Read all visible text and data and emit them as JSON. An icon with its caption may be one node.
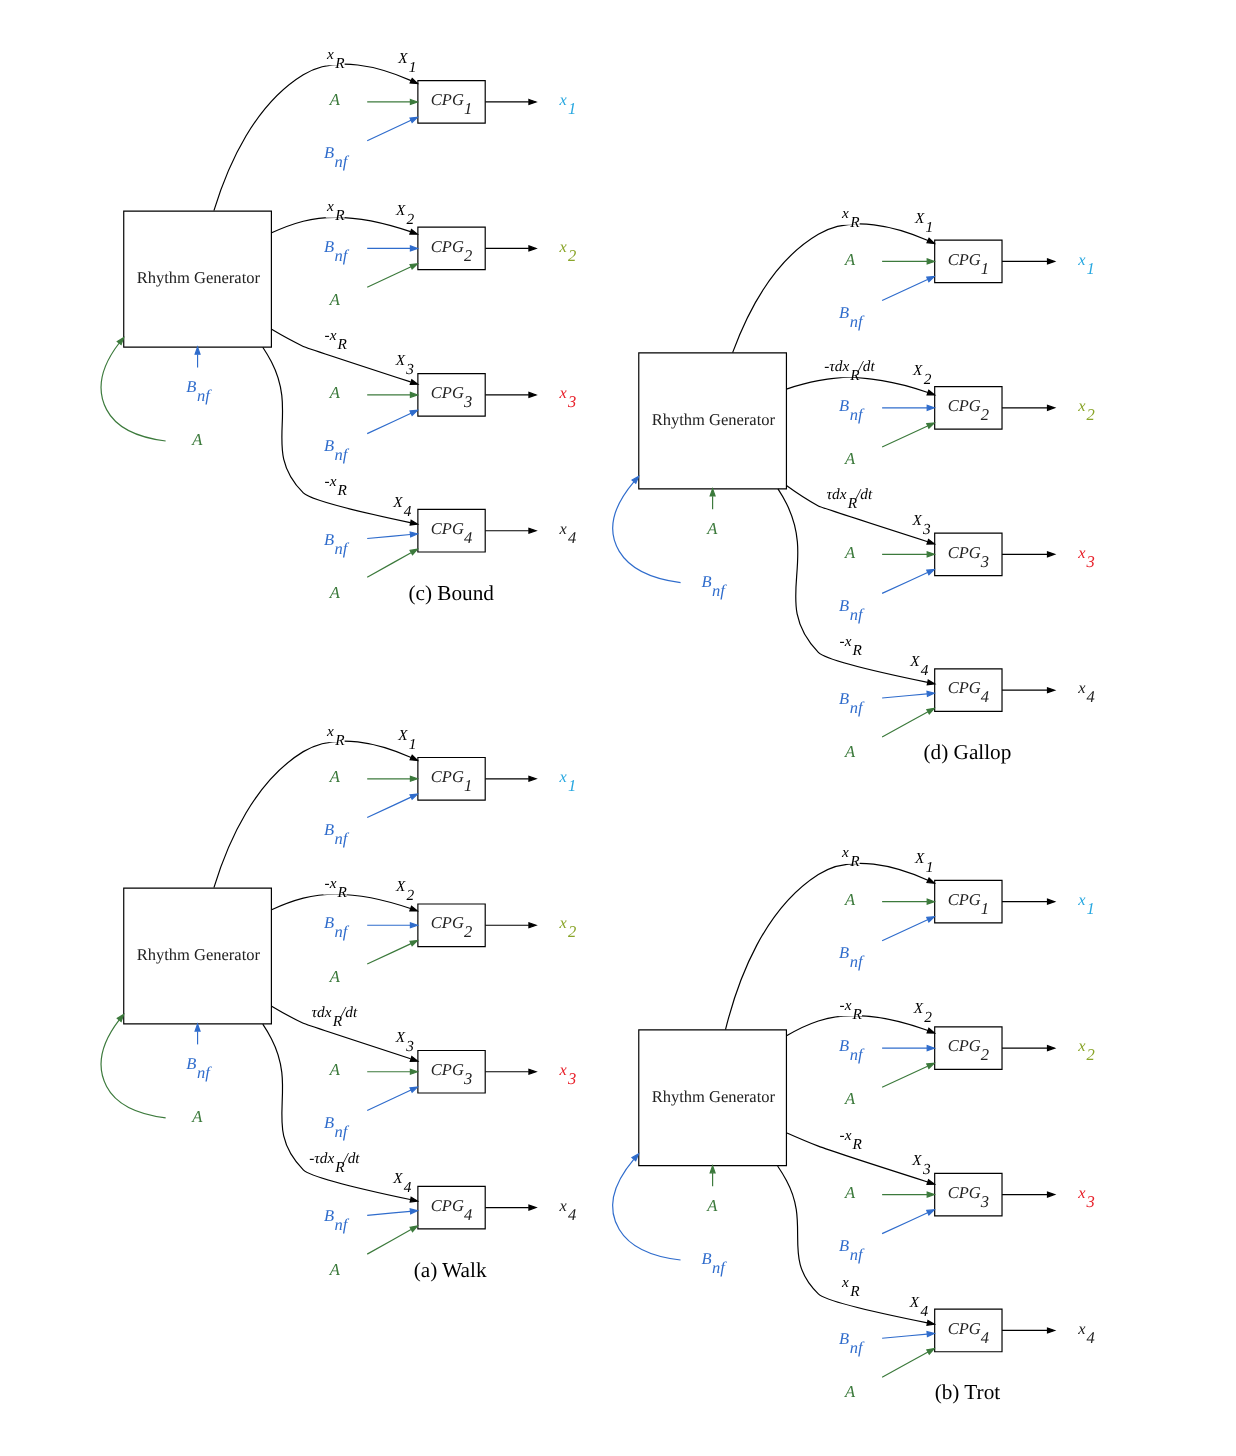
{
  "diagram": {
    "nodes": [
      {
        "text": [
          "A"
        ]
      },
      {
        "text": [
          "B$_{nf}$"
        ]
      },
      {
        "text": [
          "Rhythm Generator"
        ]
      },
      {
        "text": [
          "A"
        ]
      },
      {
        "text": [
          "B$_{nf}$"
        ]
      },
      {
        "text": [
          "CPG$_{1}$"
        ],
        "beside": [
          "X$_{1}$"
        ]
      },
      {
        "text": [
          "x$_{1}$"
        ]
      },
      {
        "text": [
          "A"
        ]
      },
      {
        "text": [
          "B$_{nf}$"
        ]
      },
      {
        "text": [
          "CPG$_{2}$"
        ],
        "beside": [
          "X$_{2}$"
        ]
      },
      {
        "text": [
          "x$_{2}$"
        ]
      },
      {
        "text": [
          "A"
        ]
      },
      {
        "text": [
          "B$_{nf}$"
        ]
      },
      {
        "text": [
          "CPG$_{3}$"
        ],
        "beside": [
          "X$_{3}$"
        ]
      },
      {
        "text": [
          "x$_{3}$"
        ]
      },
      {
        "text": [
          "A"
        ]
      },
      {
        "text": [
          "B$_{nf}$"
        ]
      },
      {
        "text": [
          "CPG$_{4}$"
        ],
        "beside": [
          "X$_{4}$"
        ]
      },
      {
        "text": [
          "x$_{4}$"
        ]
      },
      {
        "text": [
          "A"
        ]
      },
      {
        "text": [
          "B$_{nf}$"
        ]
      },
      {
        "text": [
          "Rhythm Generator"
        ]
      },
      {
        "text": [
          "A"
        ]
      },
      {
        "text": [
          "B$_{nf}$"
        ]
      },
      {
        "text": [
          "CPG$_{1}$"
        ],
        "beside": [
          "X$_{1}$"
        ]
      },
      {
        "text": [
          "x$_{1}$"
        ]
      },
      {
        "text": [
          "A"
        ]
      },
      {
        "text": [
          "B$_{nf}$"
        ]
      },
      {
        "text": [
          "CPG$_{2}$"
        ],
        "beside": [
          "X$_{2}$"
        ]
      },
      {
        "text": [
          "x$_{2}$"
        ]
      },
      {
        "text": [
          "A"
        ]
      },
      {
        "text": [
          "B$_{nf}$"
        ]
      },
      {
        "text": [
          "CPG$_{3}$"
        ],
        "beside": [
          "X$_{3}$"
        ]
      },
      {
        "text": [
          "x$_{3}$"
        ]
      },
      {
        "text": [
          "A"
        ]
      },
      {
        "text": [
          "B$_{nf}$"
        ]
      },
      {
        "text": [
          "CPG$_{4}$"
        ],
        "beside": [
          "X$_{4}$"
        ]
      },
      {
        "text": [
          "x$_{4}$"
        ]
      },
      {
        "text": [
          "A"
        ]
      },
      {
        "text": [
          "B$_{nf}$"
        ]
      },
      {
        "text": [
          "Rhythm Generator"
        ]
      },
      {
        "text": [
          "A"
        ]
      },
      {
        "text": [
          "B$_{nf}$"
        ]
      },
      {
        "text": [
          "CPG$_{1}$"
        ],
        "beside": [
          "X$_{1}$"
        ]
      },
      {
        "text": [
          "x$_{1}$"
        ]
      },
      {
        "text": [
          "A"
        ]
      },
      {
        "text": [
          "B$_{nf}$"
        ]
      },
      {
        "text": [
          "CPG$_{2}$"
        ],
        "beside": [
          "X$_{2}$"
        ]
      },
      {
        "text": [
          "x$_{2}$"
        ]
      },
      {
        "text": [
          "A"
        ]
      },
      {
        "text": [
          "B$_{nf}$"
        ]
      },
      {
        "text": [
          "CPG$_{3}$"
        ],
        "beside": [
          "X$_{3}$"
        ]
      },
      {
        "text": [
          "x$_{3}$"
        ]
      },
      {
        "text": [
          "A"
        ]
      },
      {
        "text": [
          "B$_{nf}$"
        ]
      },
      {
        "text": [
          "CPG$_{4}$"
        ],
        "beside": [
          "X$_{4}$"
        ]
      },
      {
        "text": [
          "x$_{4}$"
        ]
      },
      {
        "text": [
          "A"
        ]
      },
      {
        "text": [
          "B$_{nf}$"
        ]
      },
      {
        "text": [
          "Rhythm Generator"
        ]
      },
      {
        "text": [
          "A"
        ]
      },
      {
        "text": [
          "B$_{nf}$"
        ]
      },
      {
        "text": [
          "CPG$_{1}$"
        ],
        "beside": [
          "X$_{1}$"
        ]
      },
      {
        "text": [
          "x$_{1}$"
        ]
      },
      {
        "text": [
          "A"
        ]
      },
      {
        "text": [
          "B$_{nf}$"
        ]
      },
      {
        "text": [
          "CPG$_{2}$"
        ],
        "beside": [
          "X$_{2}$"
        ]
      },
      {
        "text": [
          "x$_{2}$"
        ]
      },
      {
        "text": [
          "A"
        ]
      },
      {
        "text": [
          "B$_{nf}$"
        ]
      },
      {
        "text": [
          "CPG$_{3}$"
        ],
        "beside": [
          "X$_{3}$"
        ]
      },
      {
        "text": [
          "x$_{3}$"
        ]
      },
      {
        "text": [
          "A"
        ]
      },
      {
        "text": [
          "B$_{nf}$"
        ]
      },
      {
        "text": [
          "CPG$_{4}$"
        ],
        "beside": [
          "X$_{4}$"
        ]
      },
      {
        "text": [
          "x$_{4}$"
        ]
      }
    ],
    "edges": [
      {
        "from": 0,
        "to": 2,
        "arrow": "to",
        "color": "#3c7a3c"
      },
      {
        "from": 1,
        "to": 2,
        "arrow": "to",
        "color": "#2f6ccc"
      },
      {
        "from": 2,
        "to": 5,
        "arrow": "to",
        "label": "x$_{R}$"
      },
      {
        "from": 2,
        "to": 9,
        "arrow": "to",
        "label": "-x$_{R}$"
      },
      {
        "from": 2,
        "to": 13,
        "arrow": "to",
        "label": "τdx$_{R}$/dt"
      },
      {
        "from": 2,
        "to": 17,
        "arrow": "to",
        "label": "-τdx$_{R}$/dt"
      },
      {
        "from": 3,
        "to": 5,
        "arrow": "to",
        "color": "#3c7a3c"
      },
      {
        "from": 4,
        "to": 5,
        "arrow": "to",
        "color": "#2f6ccc"
      },
      {
        "from": 5,
        "to": 6,
        "arrow": "to"
      },
      {
        "from": 7,
        "to": 9,
        "arrow": "to",
        "color": "#3c7a3c"
      },
      {
        "from": 8,
        "to": 9,
        "arrow": "to",
        "color": "#2f6ccc"
      },
      {
        "from": 9,
        "to": 10,
        "arrow": "to"
      },
      {
        "from": 11,
        "to": 13,
        "arrow": "to",
        "color": "#3c7a3c"
      },
      {
        "from": 12,
        "to": 13,
        "arrow": "to",
        "color": "#2f6ccc"
      },
      {
        "from": 13,
        "to": 14,
        "arrow": "to"
      },
      {
        "from": 15,
        "to": 17,
        "arrow": "to",
        "color": "#3c7a3c"
      },
      {
        "from": 16,
        "to": 17,
        "arrow": "to",
        "color": "#2f6ccc"
      },
      {
        "from": 17,
        "to": 18,
        "arrow": "to"
      },
      {
        "from": 19,
        "to": 21,
        "arrow": "to",
        "color": "#3c7a3c"
      },
      {
        "from": 20,
        "to": 21,
        "arrow": "to",
        "color": "#2f6ccc"
      },
      {
        "from": 21,
        "to": 24,
        "arrow": "to",
        "label": "x$_{R}$"
      },
      {
        "from": 21,
        "to": 28,
        "arrow": "to",
        "label": "-x$_{R}$"
      },
      {
        "from": 21,
        "to": 32,
        "arrow": "to",
        "label": "-x$_{R}$"
      },
      {
        "from": 21,
        "to": 36,
        "arrow": "to",
        "label": "x$_{R}$"
      },
      {
        "from": 22,
        "to": 24,
        "arrow": "to",
        "color": "#3c7a3c"
      },
      {
        "from": 23,
        "to": 24,
        "arrow": "to",
        "color": "#2f6ccc"
      },
      {
        "from": 24,
        "to": 25,
        "arrow": "to"
      },
      {
        "from": 26,
        "to": 28,
        "arrow": "to",
        "color": "#3c7a3c"
      },
      {
        "from": 27,
        "to": 28,
        "arrow": "to",
        "color": "#2f6ccc"
      },
      {
        "from": 28,
        "to": 29,
        "arrow": "to"
      },
      {
        "from": 30,
        "to": 32,
        "arrow": "to",
        "color": "#3c7a3c"
      },
      {
        "from": 31,
        "to": 32,
        "arrow": "to",
        "color": "#2f6ccc"
      },
      {
        "from": 32,
        "to": 33,
        "arrow": "to"
      },
      {
        "from": 34,
        "to": 36,
        "arrow": "to",
        "color": "#3c7a3c"
      },
      {
        "from": 35,
        "to": 36,
        "arrow": "to",
        "color": "#2f6ccc"
      },
      {
        "from": 36,
        "to": 37,
        "arrow": "to"
      },
      {
        "from": 38,
        "to": 40,
        "arrow": "to",
        "color": "#3c7a3c"
      },
      {
        "from": 39,
        "to": 40,
        "arrow": "to",
        "color": "#2f6ccc"
      },
      {
        "from": 40,
        "to": 43,
        "arrow": "to",
        "label": "x$_{R}$"
      },
      {
        "from": 40,
        "to": 47,
        "arrow": "to",
        "label": "x$_{R}$"
      },
      {
        "from": 40,
        "to": 51,
        "arrow": "to",
        "label": "-x$_{R}$"
      },
      {
        "from": 40,
        "to": 55,
        "arrow": "to",
        "label": "-x$_{R}$"
      },
      {
        "from": 41,
        "to": 43,
        "arrow": "to",
        "color": "#3c7a3c"
      },
      {
        "from": 42,
        "to": 43,
        "arrow": "to",
        "color": "#2f6ccc"
      },
      {
        "from": 43,
        "to": 44,
        "arrow": "to"
      },
      {
        "from": 45,
        "to": 47,
        "arrow": "to",
        "color": "#3c7a3c"
      },
      {
        "from": 46,
        "to": 47,
        "arrow": "to",
        "color": "#2f6ccc"
      },
      {
        "from": 47,
        "to": 48,
        "arrow": "to"
      },
      {
        "from": 49,
        "to": 51,
        "arrow": "to",
        "color": "#3c7a3c"
      },
      {
        "from": 50,
        "to": 51,
        "arrow": "to",
        "color": "#2f6ccc"
      },
      {
        "from": 51,
        "to": 52,
        "arrow": "to"
      },
      {
        "from": 53,
        "to": 55,
        "arrow": "to",
        "color": "#3c7a3c"
      },
      {
        "from": 54,
        "to": 55,
        "arrow": "to",
        "color": "#2f6ccc"
      },
      {
        "from": 55,
        "to": 56,
        "arrow": "to"
      },
      {
        "from": 57,
        "to": 59,
        "arrow": "to",
        "color": "#3c7a3c"
      },
      {
        "from": 58,
        "to": 59,
        "arrow": "to",
        "color": "#2f6ccc"
      },
      {
        "from": 59,
        "to": 62,
        "arrow": "to",
        "label": "x$_{R}$"
      },
      {
        "from": 59,
        "to": 66,
        "arrow": "to",
        "label": "-τdx$_{R}$/dt"
      },
      {
        "from": 59,
        "to": 70,
        "arrow": "to",
        "label": "τdx$_{R}$/dt"
      },
      {
        "from": 59,
        "to": 74,
        "arrow": "to",
        "label": "-x$_{R}$"
      },
      {
        "from": 60,
        "to": 62,
        "arrow": "to",
        "color": "#3c7a3c"
      },
      {
        "from": 61,
        "to": 62,
        "arrow": "to",
        "color": "#2f6ccc"
      },
      {
        "from": 62,
        "to": 63,
        "arrow": "to"
      },
      {
        "from": 64,
        "to": 66,
        "arrow": "to",
        "color": "#3c7a3c"
      },
      {
        "from": 65,
        "to": 66,
        "arrow": "to",
        "color": "#2f6ccc"
      },
      {
        "from": 66,
        "to": 67,
        "arrow": "to"
      },
      {
        "from": 68,
        "to": 70,
        "arrow": "to",
        "color": "#3c7a3c"
      },
      {
        "from": 69,
        "to": 70,
        "arrow": "to",
        "color": "#2f6ccc"
      },
      {
        "from": 70,
        "to": 71,
        "arrow": "to"
      },
      {
        "from": 72,
        "to": 74,
        "arrow": "to",
        "color": "#3c7a3c"
      },
      {
        "from": 73,
        "to": 74,
        "arrow": "to",
        "color": "#2f6ccc"
      },
      {
        "from": 74,
        "to": 75,
        "arrow": "to"
      }
    ],
    "labels": [
      "(a) Walk",
      "(b) Trot",
      "(c) Bound",
      "(d) Gallop"
    ]
  }
}
